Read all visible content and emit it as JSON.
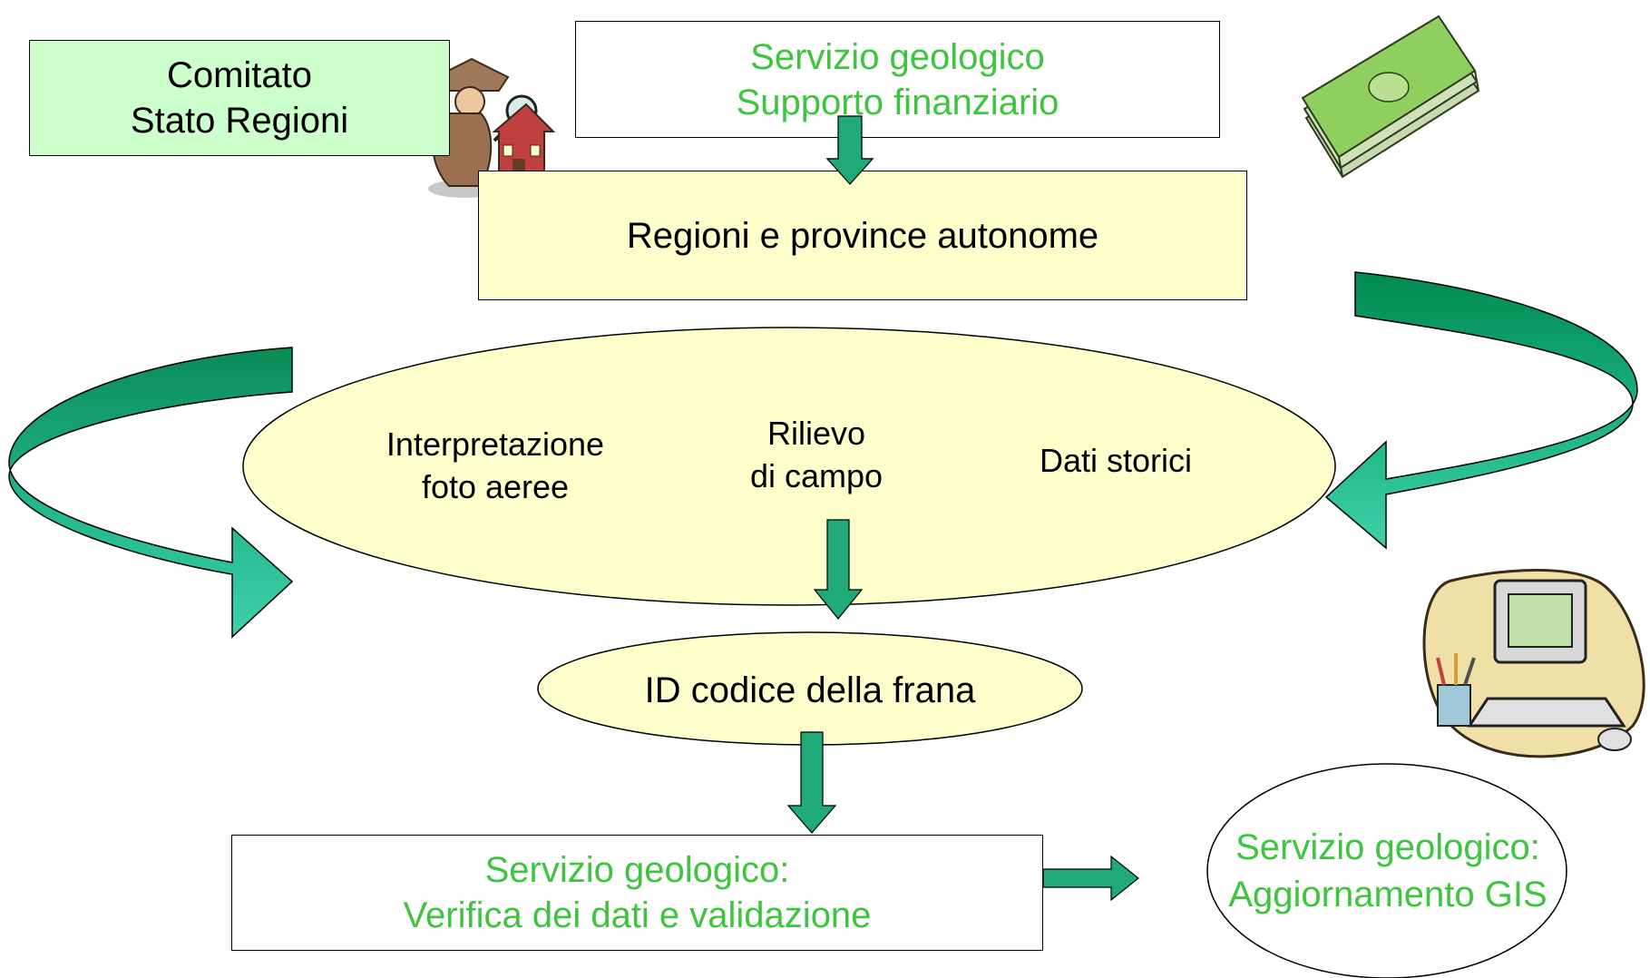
{
  "comitato": {
    "line1": "Comitato",
    "line2": "Stato Regioni"
  },
  "servizio_top": {
    "line1": "Servizio geologico",
    "line2": "Supporto finanziario"
  },
  "regioni": {
    "label": "Regioni e province autonome"
  },
  "methods": {
    "interpretazione": {
      "line1": "Interpretazione",
      "line2": "foto aeree"
    },
    "rilievo": {
      "line1": "Rilievo",
      "line2": "di campo"
    },
    "dati": {
      "line1": "Dati storici"
    }
  },
  "id_codice": {
    "label": "ID codice della frana"
  },
  "verifica": {
    "line1": "Servizio geologico:",
    "line2": "Verifica dei dati e validazione"
  },
  "aggiornamento": {
    "line1": "Servizio geologico:",
    "line2": "Aggiornamento GIS"
  },
  "colors": {
    "green_text": "#3ec43e",
    "arrow_green": "#1faa78",
    "box_mint": "#ccffcc",
    "box_yellow": "#ffffcc",
    "ellipse_yellow": "#ffffcc"
  },
  "icons": [
    "detective-icon",
    "money-stack-icon",
    "computer-icon"
  ]
}
